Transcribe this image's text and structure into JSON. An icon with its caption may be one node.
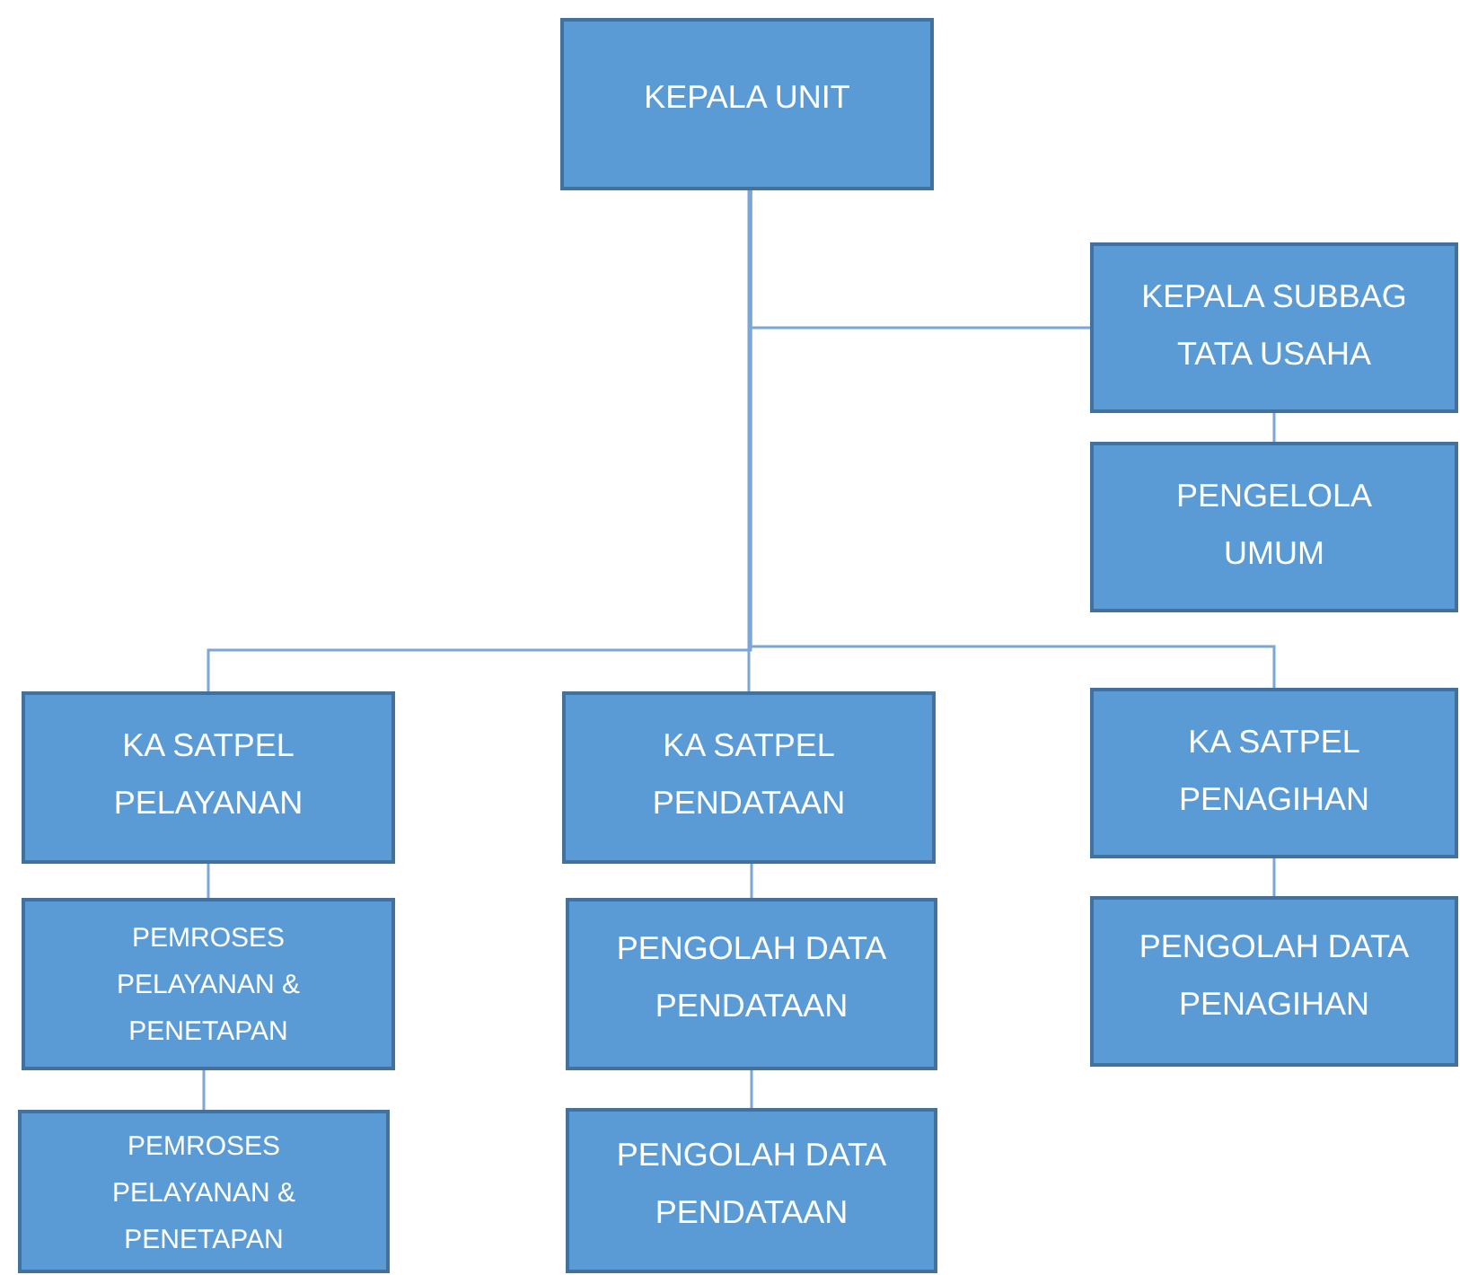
{
  "diagram": {
    "nodes": [
      {
        "text": [
          "KEPALA UNIT"
        ]
      },
      {
        "text": [
          "KEPALA SUBBAG TATA USAHA"
        ]
      },
      {
        "text": [
          "PENGELOLA UMUM"
        ]
      },
      {
        "text": [
          "KA SATPEL PELAYANAN"
        ]
      },
      {
        "text": [
          "PEMROSES PELAYANAN & PENETAPAN"
        ]
      },
      {
        "text": [
          "PEMROSES PELAYANAN & PENETAPAN"
        ]
      },
      {
        "text": [
          "KA SATPEL PENDATAAN"
        ]
      },
      {
        "text": [
          "PENGOLAH DATA PENDATAAN"
        ]
      },
      {
        "text": [
          "PENGOLAH DATA PENDATAAN"
        ]
      },
      {
        "text": [
          "KA SATPEL PENAGIHAN"
        ]
      },
      {
        "text": [
          "PENGOLAH DATA PENAGIHAN"
        ]
      }
    ],
    "edges": [
      {
        "from": 0,
        "to": 1,
        "arrow": "none"
      },
      {
        "from": 1,
        "to": 2,
        "arrow": "none"
      },
      {
        "from": 0,
        "to": 3,
        "arrow": "none"
      },
      {
        "from": 0,
        "to": 6,
        "arrow": "none"
      },
      {
        "from": 0,
        "to": 9,
        "arrow": "none"
      },
      {
        "from": 3,
        "to": 4,
        "arrow": "none"
      },
      {
        "from": 4,
        "to": 5,
        "arrow": "none"
      },
      {
        "from": 6,
        "to": 7,
        "arrow": "none"
      },
      {
        "from": 7,
        "to": 8,
        "arrow": "none"
      },
      {
        "from": 9,
        "to": 10,
        "arrow": "none"
      }
    ]
  }
}
